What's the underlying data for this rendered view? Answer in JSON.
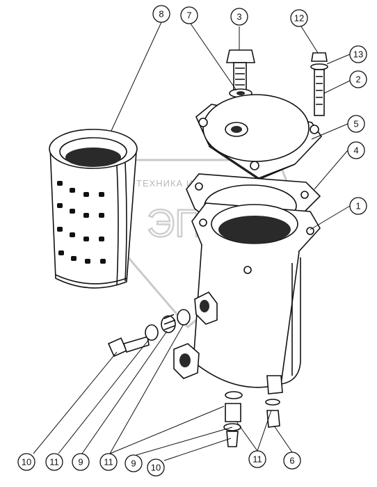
{
  "watermark": {
    "text": "ТЕХНИКА И ЗАПЧАСТИ",
    "letters": "ЭПР"
  },
  "callouts": [
    {
      "id": "c8",
      "label": "8"
    },
    {
      "id": "c7",
      "label": "7"
    },
    {
      "id": "c3",
      "label": "3"
    },
    {
      "id": "c12",
      "label": "12"
    },
    {
      "id": "c13",
      "label": "13"
    },
    {
      "id": "c2",
      "label": "2"
    },
    {
      "id": "c5",
      "label": "5"
    },
    {
      "id": "c4",
      "label": "4"
    },
    {
      "id": "c1",
      "label": "1"
    },
    {
      "id": "c10a",
      "label": "10"
    },
    {
      "id": "c11a",
      "label": "11"
    },
    {
      "id": "c9a",
      "label": "9"
    },
    {
      "id": "c11b",
      "label": "11"
    },
    {
      "id": "c9b",
      "label": "9"
    },
    {
      "id": "c10b",
      "label": "10"
    },
    {
      "id": "c11c",
      "label": "11"
    },
    {
      "id": "c6",
      "label": "6"
    }
  ]
}
